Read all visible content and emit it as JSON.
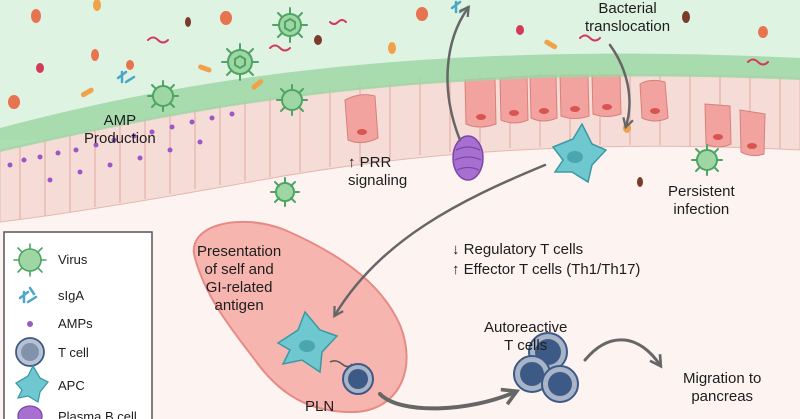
{
  "labels": {
    "bacterial_translocation": "Bacterial\ntranslocation",
    "amp_production": "AMP\nProduction",
    "prr_signaling": "↑ PRR\nsignaling",
    "persistent_infection": "Persistent\ninfection",
    "presentation": "Presentation\nof self and\nGI-related\nantigen",
    "treg": "↓ Regulatory T cells",
    "teff": "↑ Effector T cells (Th1/Th17)",
    "autoreactive": "Autoreactive\nT cells",
    "migration": "Migration to\npancreas",
    "pln": "PLN"
  },
  "legend": {
    "items": [
      {
        "label": "Virus",
        "icon": "virus-icon"
      },
      {
        "label": "sIgA",
        "icon": "siga-icon"
      },
      {
        "label": "AMPs",
        "icon": "amp-dot-icon"
      },
      {
        "label": "T cell",
        "icon": "t-cell-icon"
      },
      {
        "label": "APC",
        "icon": "apc-icon"
      },
      {
        "label": "Plasma B cell",
        "icon": "plasma-b-cell-icon"
      }
    ]
  },
  "colors": {
    "lumen": "#dff3e2",
    "mucus": "#9fd7a4",
    "epithelium": "#f6dcd6",
    "goblet": "#f2a39f",
    "lamina": "#fdf4f2",
    "pln": "#f7b5b0",
    "apc": "#6fc8cf",
    "t_cell": "#3d5a86",
    "plasma_b": "#a66fd0",
    "virus": "#4fa463"
  }
}
